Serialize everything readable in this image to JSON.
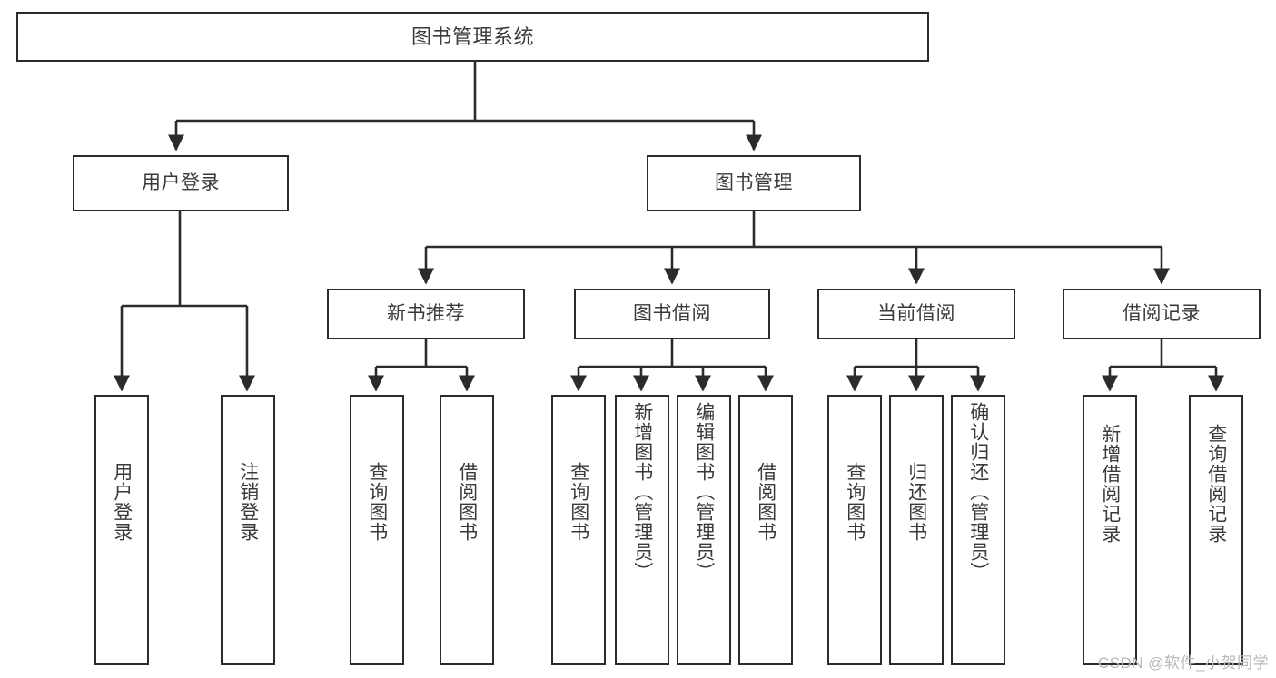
{
  "diagram": {
    "type": "tree-hierarchy",
    "title": "图书管理系统",
    "root": {
      "id": "root",
      "label": "图书管理系统"
    },
    "level2": [
      {
        "id": "user-login",
        "label": "用户登录"
      },
      {
        "id": "book-manage",
        "label": "图书管理"
      }
    ],
    "level3": [
      {
        "id": "new-book-rec",
        "label": "新书推荐",
        "parent": "book-manage"
      },
      {
        "id": "book-borrow",
        "label": "图书借阅",
        "parent": "book-manage"
      },
      {
        "id": "current-borrow",
        "label": "当前借阅",
        "parent": "book-manage"
      },
      {
        "id": "borrow-record",
        "label": "借阅记录",
        "parent": "book-manage"
      }
    ],
    "leaves": [
      {
        "id": "leaf-user-login",
        "label": "用户登录",
        "parent": "user-login"
      },
      {
        "id": "leaf-logout",
        "label": "注销登录",
        "parent": "user-login"
      },
      {
        "id": "leaf-query-book-1",
        "label": "查询图书",
        "parent": "new-book-rec"
      },
      {
        "id": "leaf-borrow-book-1",
        "label": "借阅图书",
        "parent": "new-book-rec"
      },
      {
        "id": "leaf-query-book-2",
        "label": "查询图书",
        "parent": "book-borrow"
      },
      {
        "id": "leaf-add-book",
        "label": "新增图书（管理员）",
        "parent": "book-borrow"
      },
      {
        "id": "leaf-edit-book",
        "label": "编辑图书（管理员）",
        "parent": "book-borrow"
      },
      {
        "id": "leaf-borrow-book-2",
        "label": "借阅图书",
        "parent": "book-borrow"
      },
      {
        "id": "leaf-query-book-3",
        "label": "查询图书",
        "parent": "current-borrow"
      },
      {
        "id": "leaf-return-book",
        "label": "归还图书",
        "parent": "current-borrow"
      },
      {
        "id": "leaf-confirm-return",
        "label": "确认归还（管理员）",
        "parent": "current-borrow"
      },
      {
        "id": "leaf-add-record",
        "label": "新增借阅记录",
        "parent": "borrow-record"
      },
      {
        "id": "leaf-query-record",
        "label": "查询借阅记录",
        "parent": "borrow-record"
      }
    ],
    "colors": {
      "border": "#2b2b2b",
      "text": "#3a3a3a",
      "background": "#ffffff",
      "edge": "#2b2b2b",
      "watermark": "#b9b9b9"
    }
  },
  "watermark": {
    "text": "CSDN @软件_小贺同学"
  }
}
